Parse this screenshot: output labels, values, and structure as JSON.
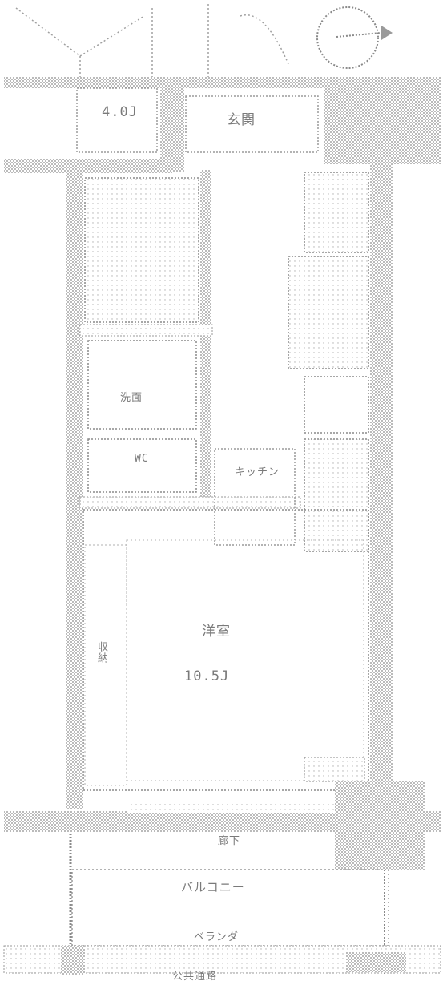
{
  "labels": {
    "north_room": "4.0J",
    "north_center": "玄関",
    "dressing": "洗面",
    "kitchen": "キッチン",
    "toilet": "WC",
    "western_room": "洋室",
    "western_size": "10.5J",
    "corridor": "廊下",
    "balcony": "バルコニー",
    "street": "公共通路",
    "veranda": "ベランダ",
    "closet": "収納"
  },
  "colors": {
    "ink": "#6f6f6f",
    "wall_fill": "#9a9a9a",
    "background": "#ffffff"
  }
}
